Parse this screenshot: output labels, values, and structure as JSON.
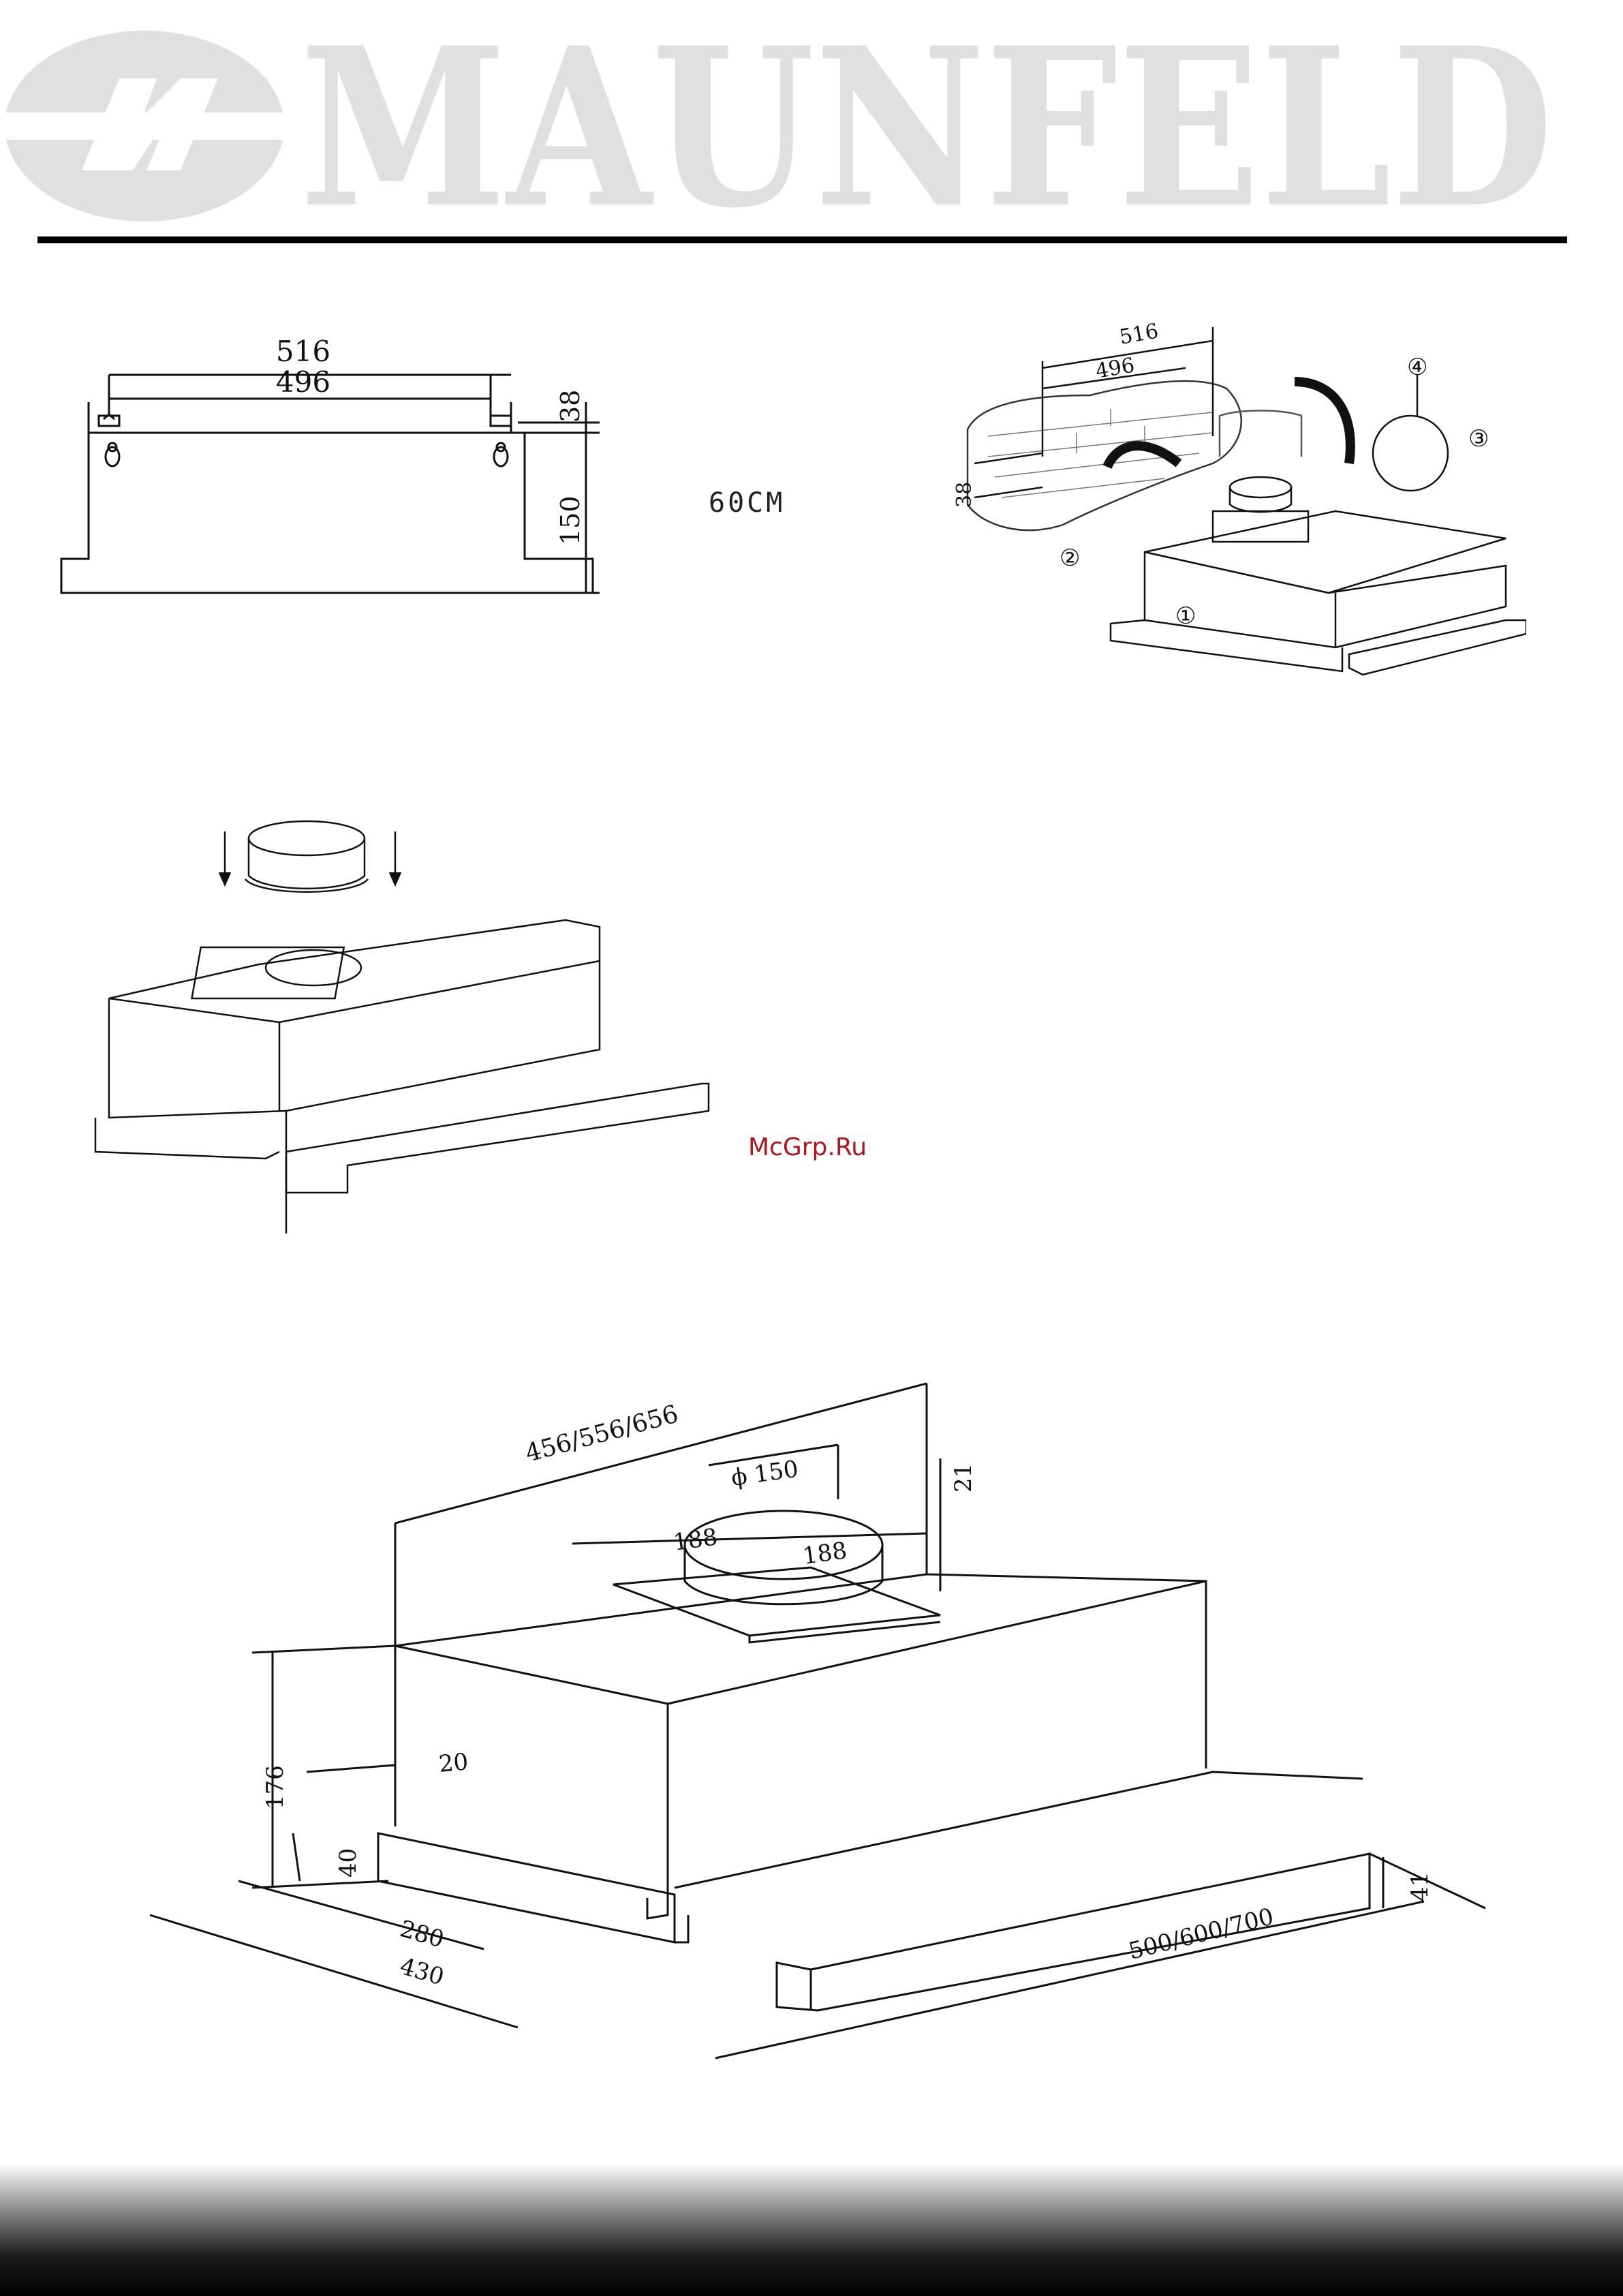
{
  "brand": {
    "name": "MAUNFELD",
    "emblem_letters": "M"
  },
  "top_view": {
    "dim_outer": "516",
    "dim_inner": "496",
    "dim_top": "38",
    "dim_height": "150"
  },
  "size_label": "60CM",
  "install_view": {
    "dim_outer": "516",
    "dim_inner": "496",
    "dim_side": "38",
    "steps": [
      "①",
      "②",
      "③",
      "④"
    ]
  },
  "dimensions": {
    "width": "456/556/656",
    "duct_diameter": "ϕ 150",
    "flange_a": "188",
    "flange_b": "188",
    "flange_height": "21",
    "body_height": "176",
    "front_offset": "20",
    "front_height": "40",
    "depth_inner": "280",
    "depth_total": "430",
    "slider_width": "500/600/700",
    "slider_height": "41"
  },
  "watermark": "McGrp.Ru"
}
